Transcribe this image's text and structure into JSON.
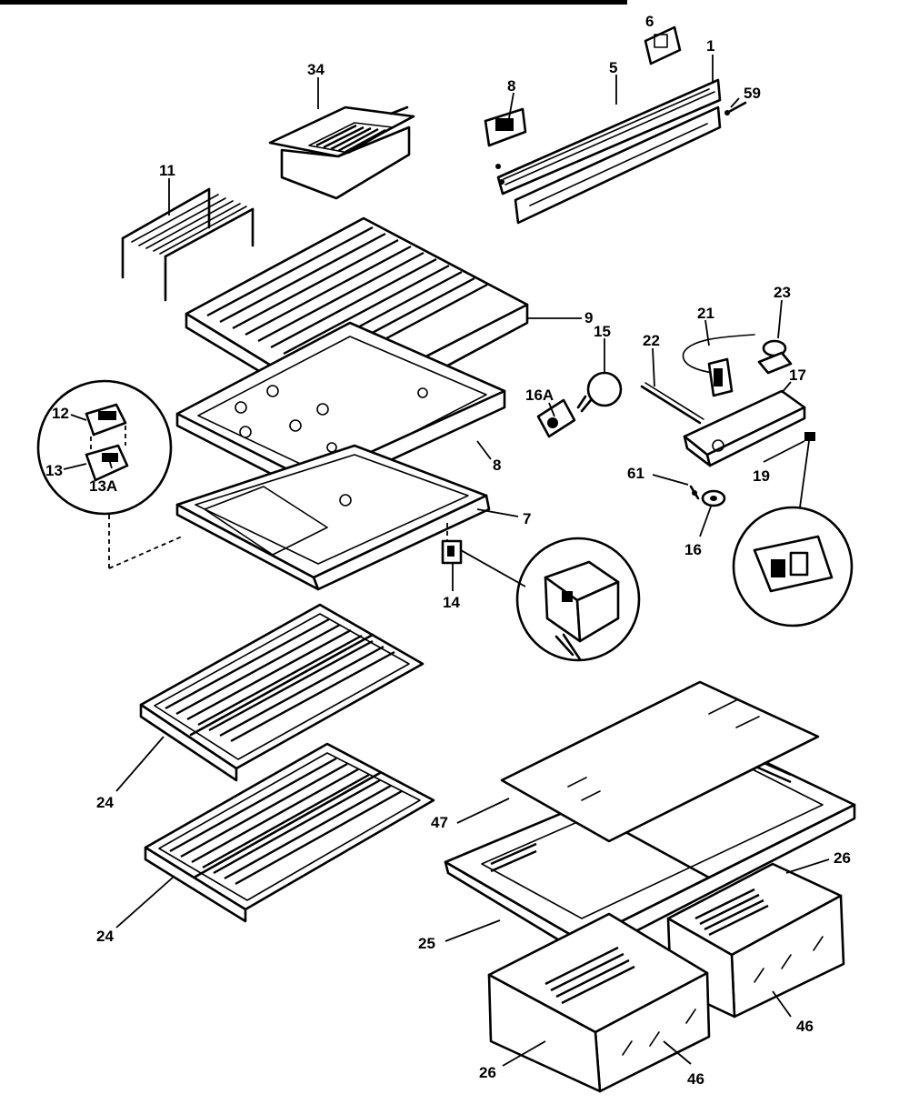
{
  "labels": {
    "p1": "1",
    "p5": "5",
    "p6": "6",
    "p8a": "8",
    "p59": "59",
    "p34": "34",
    "p11": "11",
    "p9": "9",
    "p8b": "8",
    "p7": "7",
    "p12": "12",
    "p13": "13",
    "p13a": "13A",
    "p14": "14",
    "p16a": "16A",
    "p15": "15",
    "p22": "22",
    "p21": "21",
    "p23": "23",
    "p17": "17",
    "p19": "19",
    "p61": "61",
    "p16": "16",
    "p24a": "24",
    "p24b": "24",
    "p47": "47",
    "p25": "25",
    "p26a": "26",
    "p26b": "26",
    "p46a": "46",
    "p46b": "46"
  }
}
